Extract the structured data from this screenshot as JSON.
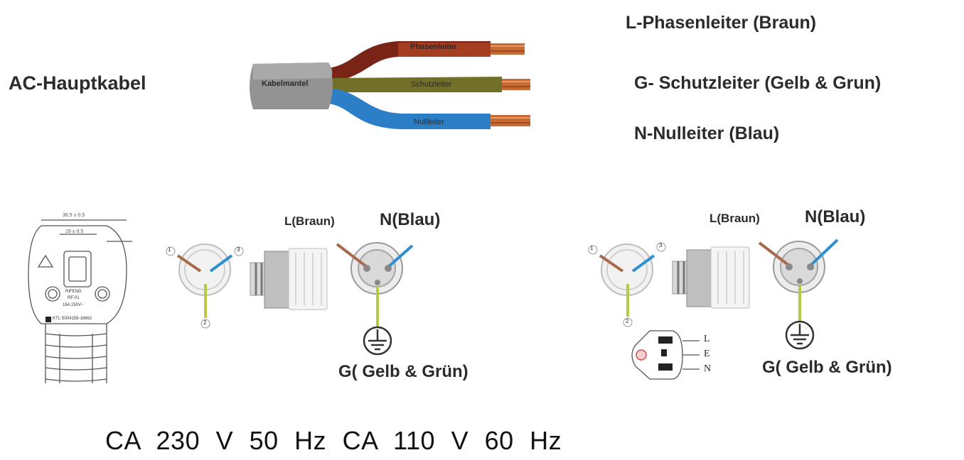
{
  "cable": {
    "title": "AC-Hauptkabel",
    "jacket_label": "Kabelmantel",
    "wires": [
      {
        "label": "Phasenleiter",
        "color": "#7a2418"
      },
      {
        "label": "Schutzleiter",
        "color": "#6f6a28"
      },
      {
        "label": "Nullleiter",
        "color": "#2c7fc6"
      }
    ],
    "legend": [
      "L-Phasenleiter (Braun)",
      "G- Schutzleiter (Gelb & Grun)",
      "N-Nulleiter (Blau)"
    ]
  },
  "diagram_left": {
    "l_label": "L(Braun)",
    "n_label": "N(Blau)",
    "g_label": "G( Gelb & Grün)",
    "plug_dims": [
      "36.5 ± 0.5",
      "19 ± 0.5"
    ],
    "plug_text": [
      "RIFENG",
      "RF-01",
      "16A 250V~",
      "KTL S004158-16662"
    ],
    "pins": [
      "1",
      "2",
      "3"
    ]
  },
  "diagram_right": {
    "l_label": "L(Braun)",
    "n_label": "N(Blau)",
    "g_label": "G( Gelb & Grün)",
    "socket_labels": [
      "L",
      "E",
      "N"
    ],
    "pins": [
      "1",
      "2",
      "3"
    ]
  },
  "footer": "CA 230 V 50 Hz CA 110 V 60 Hz",
  "colors": {
    "brown": "#a86a4a",
    "blue": "#2f8fd0",
    "green_yellow": "#b8c94a",
    "copper": "#c8642c",
    "jacket": "#8f8f8f"
  }
}
